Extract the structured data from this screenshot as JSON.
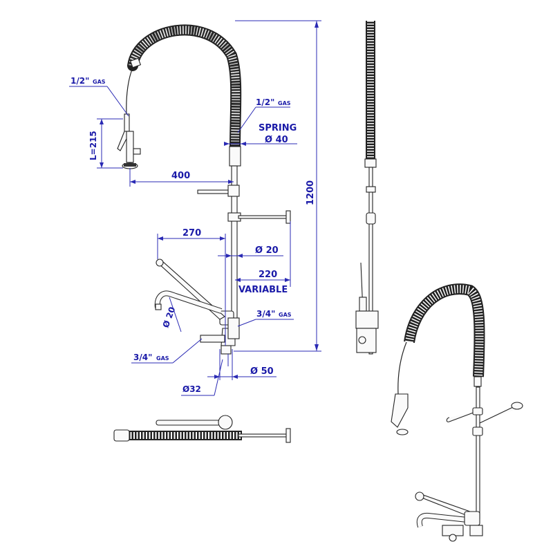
{
  "labels": {
    "half_gas_left": "1/2\"",
    "half_gas_left_sub": "GAS",
    "half_gas_right": "1/2\"",
    "half_gas_right_sub": "GAS",
    "spring": "SPRING",
    "spring_diameter": "Ø 40",
    "l215": "L=215",
    "d400": "400",
    "d1200": "1200",
    "d270": "270",
    "d20_top": "Ø 20",
    "d220": "220",
    "variable": "VARIABLE",
    "d20_spout": "Ø 20",
    "three_quarter_right": "3/4\"",
    "three_quarter_right_sub": "GAS",
    "three_quarter_left": "3/4\"",
    "three_quarter_left_sub": "GAS",
    "d50": "Ø 50",
    "d32": "Ø32"
  }
}
